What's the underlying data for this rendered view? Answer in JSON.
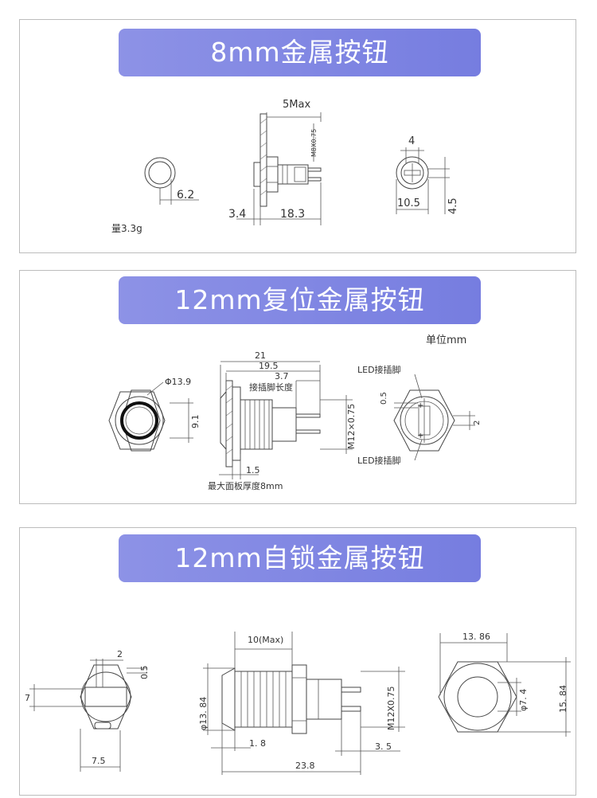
{
  "sections": [
    {
      "title": "8mm金属按钮",
      "dims": {
        "max": "5Max",
        "thread": "M8X0.75",
        "d1": "6.2",
        "d2": "3.4",
        "d3": "18.3",
        "d4": "4",
        "d5": "10.5",
        "d6": "4.5"
      },
      "weight": "量3.3g"
    },
    {
      "title": "12mm复位金属按钮",
      "unit": "单位mm",
      "dims": {
        "phi": "Φ13.9",
        "d21": "21",
        "d195": "19.5",
        "d37": "3.7",
        "pin_len": "接插脚长度",
        "d91": "9.1",
        "thread": "M12×0.75",
        "d15": "1.5",
        "max_panel": "最大面板厚度8mm",
        "led_top": "LED接插脚",
        "led_bottom": "LED接插脚",
        "d05": "0.5",
        "d2": "2"
      }
    },
    {
      "title": "12mm自锁金属按钮",
      "dims": {
        "d2": "2",
        "d05": "0.5",
        "d7": "7",
        "d75": "7.5",
        "d10max": "10(Max)",
        "phi1384": "φ13. 84",
        "thread": "M12X0.75",
        "d18": "1. 8",
        "d35": "3. 5",
        "d238": "23.8",
        "d1386": "13. 86",
        "phi74": "φ7. 4",
        "d1584": "15. 84"
      }
    }
  ]
}
